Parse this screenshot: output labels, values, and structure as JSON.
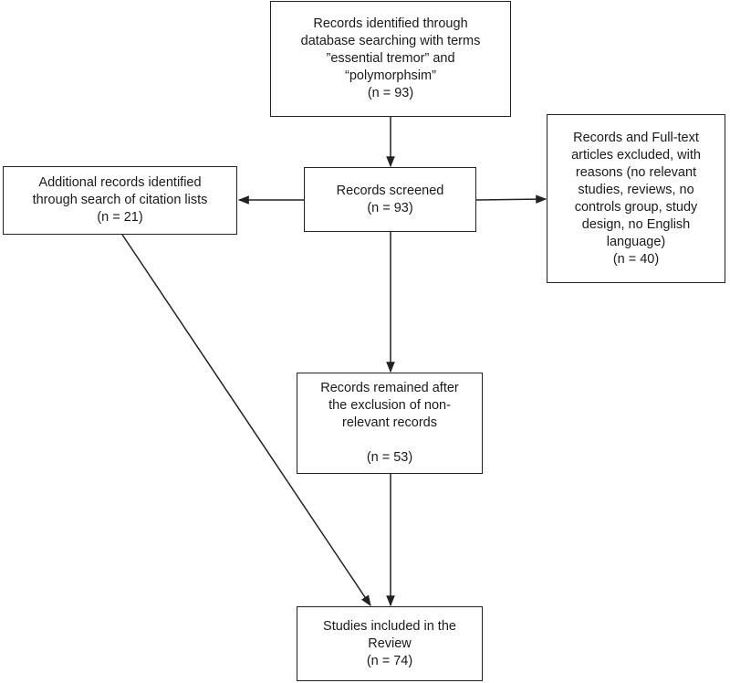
{
  "boxes": {
    "identified": {
      "lines": [
        "Records identified through",
        "database searching with terms",
        "”essential tremor” and",
        "“polymorphsim”",
        "(n = 93)"
      ]
    },
    "screened": {
      "lines": [
        "Records screened",
        "(n = 93)"
      ]
    },
    "additional": {
      "lines": [
        "Additional records identified",
        "through search of citation lists",
        "(n = 21)"
      ]
    },
    "excluded": {
      "lines": [
        "Records and Full-text",
        "articles excluded, with",
        "reasons (no relevant",
        "studies, reviews, no",
        "controls group, study",
        "design, no English",
        "language)",
        "(n = 40)"
      ]
    },
    "remained": {
      "lines": [
        "Records remained after",
        "the exclusion of non-",
        "relevant records",
        "",
        "(n = 53)"
      ]
    },
    "included": {
      "lines": [
        "Studies included in the",
        "Review",
        "(n = 74)"
      ]
    }
  },
  "colors": {
    "stroke": "#222222",
    "text": "#1a1a1a",
    "background": "#ffffff"
  }
}
